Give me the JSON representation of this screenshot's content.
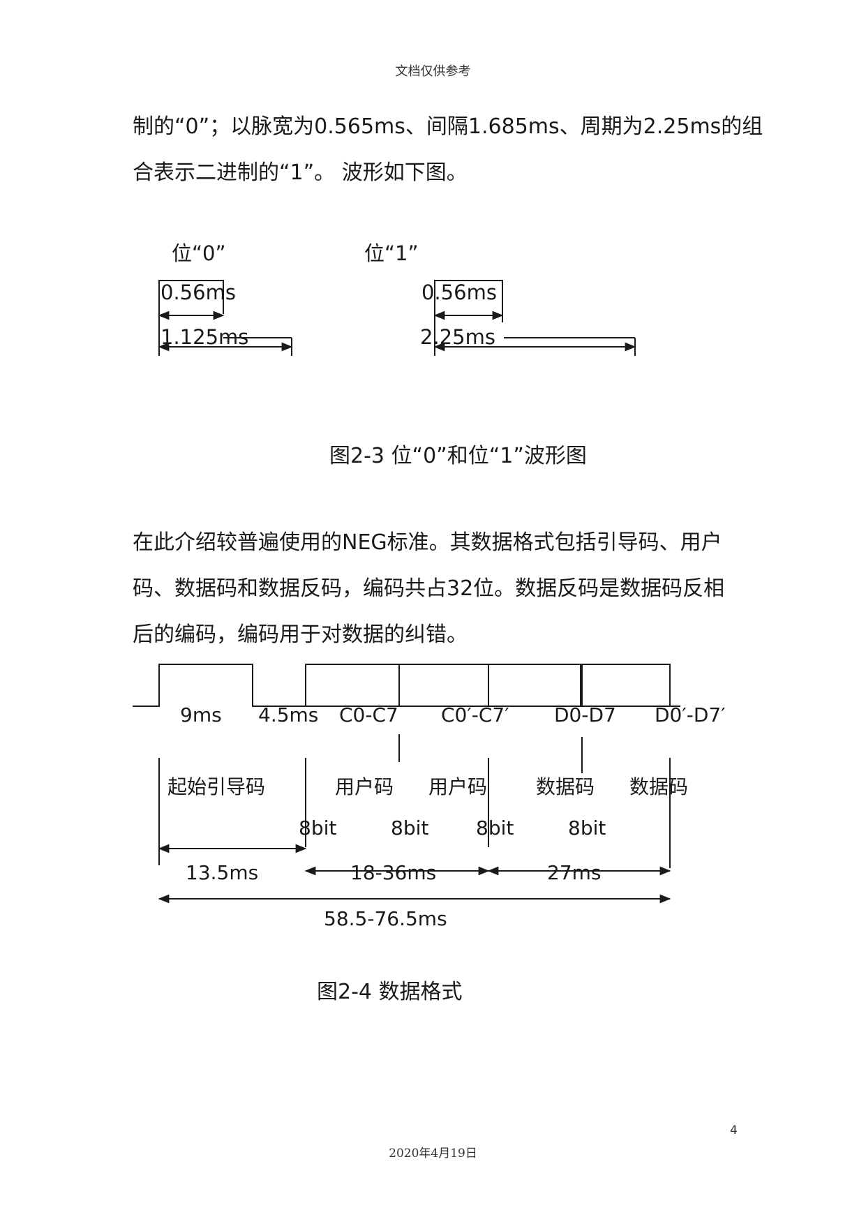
{
  "header": {
    "title": "文档仅供参考"
  },
  "paragraph1": {
    "line1": "制的“0”；以脉宽为0.565ms、间隔1.685ms、周期为2.25ms的组",
    "line2": "合表示二进制的“1”。 波形如下图。"
  },
  "figure23": {
    "bit0": {
      "label": "位“0”",
      "pulse": "0.56ms",
      "period": "1.125ms"
    },
    "bit1": {
      "label": "位“1”",
      "pulse": "0.56ms",
      "period": "2.25ms"
    },
    "caption": "图2-3 位“0”和位“1”波形图"
  },
  "paragraph2": {
    "line1": "在此介绍较普遍使用的NEG标准。其数据格式包括引导码、用户",
    "line2": "码、数据码和数据反码，编码共占32位。数据反码是数据码反相",
    "line3": "后的编码，编码用于对数据的纠错。"
  },
  "figure24": {
    "seg_9ms": "9ms",
    "seg_45ms": "4.5ms",
    "seg_c": "C0-C7",
    "seg_cbar": "C0′-C7′",
    "seg_d": "D0-D7",
    "seg_dbar": "D0′-D7′",
    "name_lead": "起始引导码",
    "name_user1": "用户码",
    "name_user2": "用户码",
    "name_data1": "数据码",
    "name_data2": "数据码",
    "bits1": "8bit",
    "bits2": "8bit",
    "bits3": "8bit",
    "bits4": "8bit",
    "t_lead": "13.5ms",
    "t_user": "18-36ms",
    "t_data": "27ms",
    "t_total": "58.5-76.5ms",
    "caption": "图2-4 数据格式"
  },
  "page_number": "4",
  "footer": {
    "date": "2020年4月19日"
  }
}
